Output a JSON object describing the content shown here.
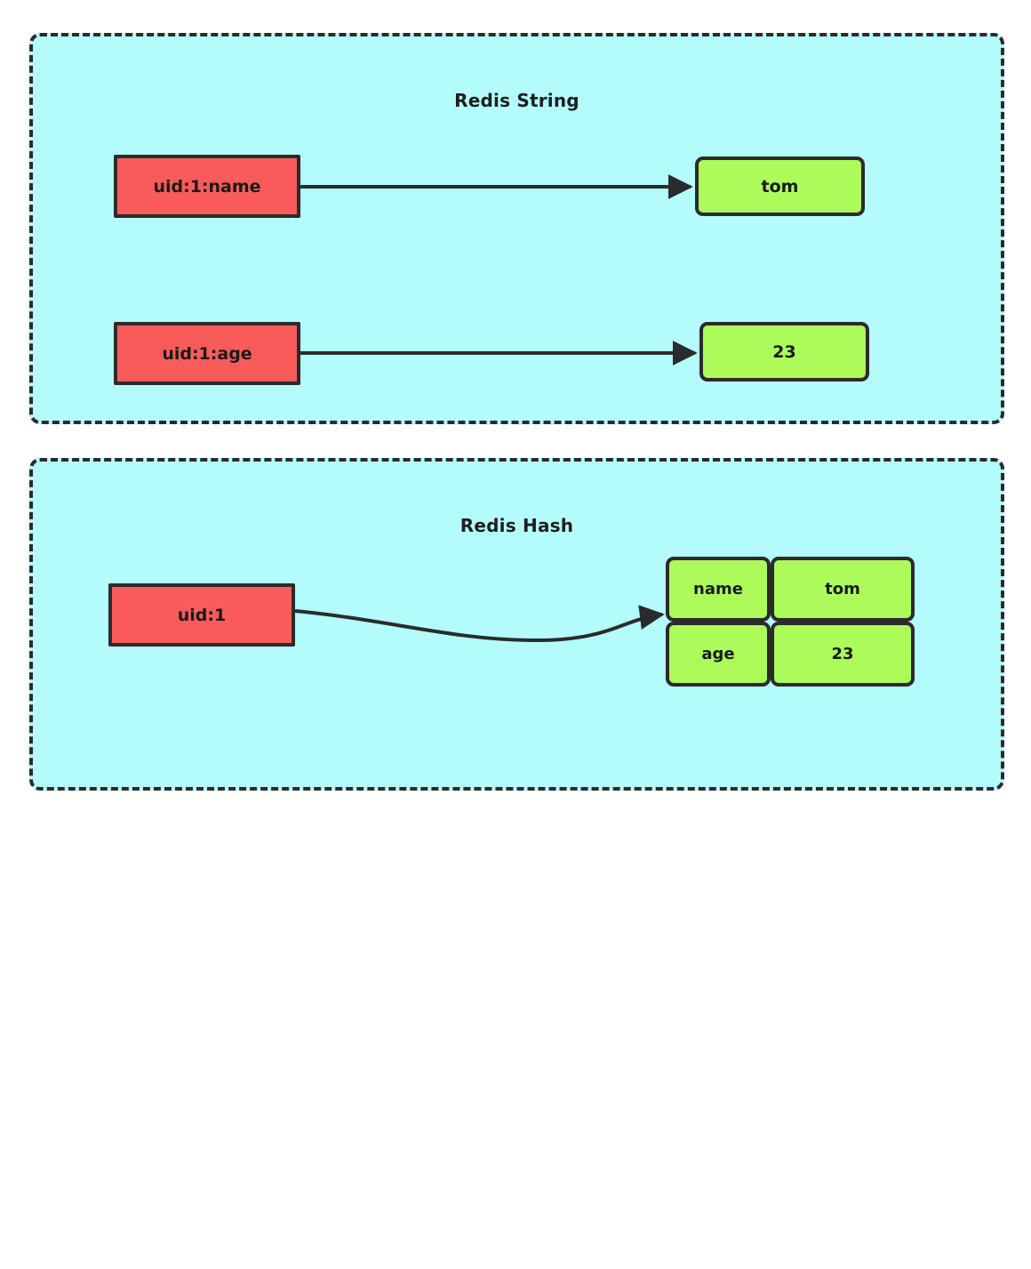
{
  "diagram": {
    "title_note": "Redis String vs Redis Hash key-value storage comparison",
    "colors": {
      "panel_background": "#b4fbfb",
      "panel_border": "#2b2b2b",
      "key_box_fill": "#f95b5b",
      "value_box_fill": "#acfb5b",
      "connector": "#2b2b2b",
      "page_background": "#ffffff",
      "text": "#1a1a1a"
    },
    "panels": [
      {
        "id": "redis-string",
        "title": "Redis String",
        "rows": [
          {
            "key": "uid:1:name",
            "value": "tom",
            "connector": "straight-arrow"
          },
          {
            "key": "uid:1:age",
            "value": "23",
            "connector": "straight-arrow"
          }
        ]
      },
      {
        "id": "redis-hash",
        "title": "Redis Hash",
        "key": "uid:1",
        "connector": "curved-arrow",
        "table": {
          "rows": [
            {
              "field": "name",
              "value": "tom"
            },
            {
              "field": "age",
              "value": "23"
            }
          ]
        }
      }
    ]
  },
  "labels": {
    "string_title": "Redis String",
    "hash_title": "Redis Hash",
    "key_uid_name": "uid:1:name",
    "key_uid_age": "uid:1:age",
    "key_uid_1": "uid:1",
    "value_tom": "tom",
    "value_23": "23",
    "hash_field_name": "name",
    "hash_value_name": "tom",
    "hash_field_age": "age",
    "hash_value_age": "23"
  }
}
